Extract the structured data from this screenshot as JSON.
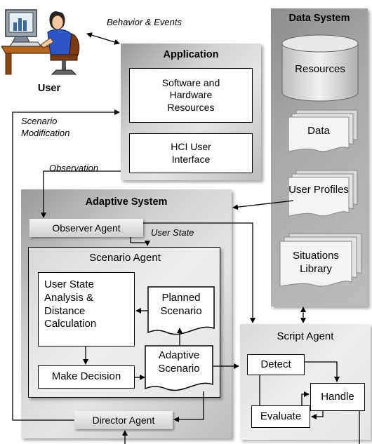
{
  "user": {
    "label": "User"
  },
  "edges": {
    "behavior_events": "Behavior & Events",
    "scenario_modification": "Scenario Modification",
    "observation": "Observation",
    "user_state": "User State"
  },
  "application": {
    "title": "Application",
    "resources": "Software and Hardware Resources",
    "hci": "HCI User Interface"
  },
  "data_system": {
    "title": "Data System",
    "resources": "Resources",
    "data": "Data",
    "user_profiles": "User Profiles",
    "situations_library": "Situations Library"
  },
  "adaptive_system": {
    "title": "Adaptive System",
    "observer_agent": "Observer Agent",
    "scenario_agent": "Scenario Agent",
    "user_state_analysis": "User State Analysis & Distance Calculation",
    "planned_scenario": "Planned Scenario",
    "make_decision": "Make Decision",
    "adaptive_scenario": "Adaptive Scenario",
    "director_agent": "Director Agent"
  },
  "script_agent": {
    "title": "Script Agent",
    "detect": "Detect",
    "handle": "Handle",
    "evaluate": "Evaluate"
  }
}
